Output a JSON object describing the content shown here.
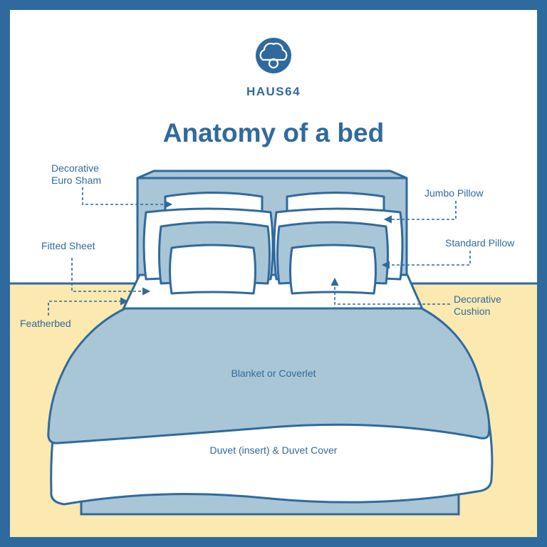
{
  "brand": {
    "name": "HAUS64",
    "icon": "cloud-logo-icon"
  },
  "title": "Anatomy of a bed",
  "labels": {
    "euro_sham_line1": "Decorative",
    "euro_sham_line2": "Euro Sham",
    "jumbo_pillow": "Jumbo Pillow",
    "fitted_sheet": "Fitted Sheet",
    "standard_pillow": "Standard Pillow",
    "featherbed": "Featherbed",
    "cushion_line1": "Decorative",
    "cushion_line2": "Cushion",
    "blanket": "Blanket or Coverlet",
    "duvet": "Duvet (insert) & Duvet Cover"
  },
  "colors": {
    "frame": "#2f6a9e",
    "wall": "#ffffff",
    "floor": "#fbe9b0",
    "headboard": "#a9c6d6",
    "blanket": "#a9c6d6",
    "duvet": "#ffffff",
    "base": "#a9c6d6",
    "accent": "#2f6a9e"
  }
}
